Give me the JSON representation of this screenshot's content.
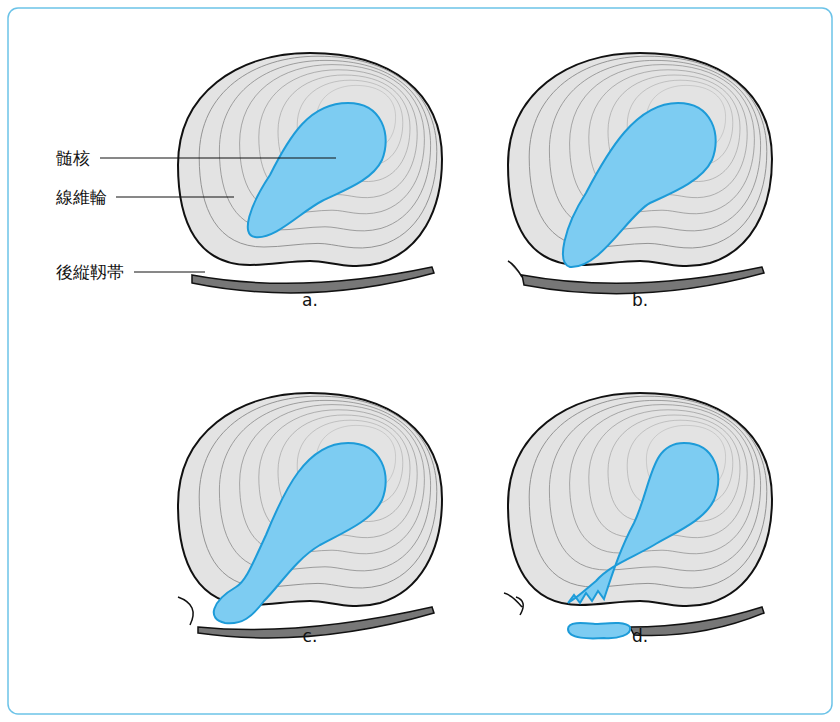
{
  "diagram": {
    "labels": [
      "髄核",
      "線維輪",
      "後縦靱帯",
      "a.",
      "b.",
      "c.",
      "d."
    ]
  }
}
